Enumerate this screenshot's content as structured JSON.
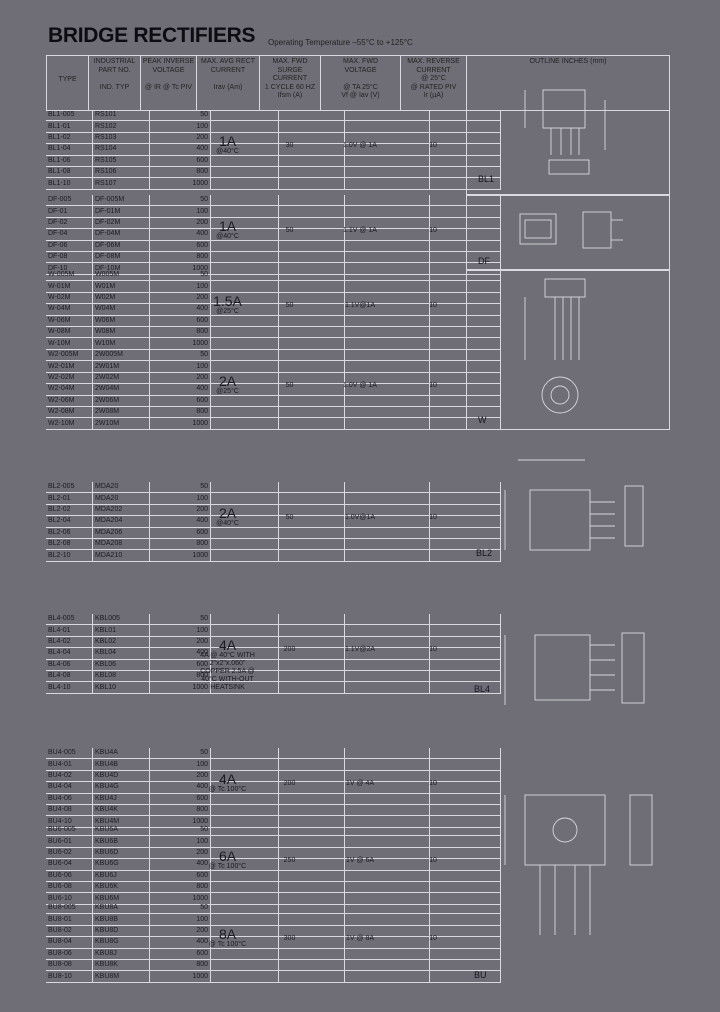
{
  "title": "BRIDGE RECTIFIERS",
  "operating_temp": "Operating Temperature   –55°C to +125°C",
  "headers": {
    "type": "TYPE",
    "industrial": [
      "INDUSTRIAL",
      "PART NO.",
      "",
      "IND. TYP"
    ],
    "piv": [
      "PEAK INVERSE",
      "VOLTAGE",
      "",
      "@ IR @ Tc PIV"
    ],
    "current": [
      "MAX. AVG RECT",
      "CURRENT",
      "",
      "Irav (Am)"
    ],
    "surge": [
      "MAX. FWD",
      "SURGE",
      "CURRENT",
      "1 CYCLE 60 HZ",
      "Ifsm (A)"
    ],
    "vf": [
      "MAX. FWD",
      "VOLTAGE",
      "",
      "@ TA 25°C",
      "Vf @ Iav (V)"
    ],
    "ir": [
      "MAX. REVERSE",
      "CURRENT",
      "",
      "@ 25°C",
      "@ RATED PIV",
      "Ir (µA)"
    ],
    "outline": "OUTLINE INCHES (mm)"
  },
  "groups": [
    {
      "rows": [
        [
          "BL1-005",
          "RS101",
          "50"
        ],
        [
          "BL1-01",
          "RS102",
          "100"
        ],
        [
          "BL1-02",
          "RS103",
          "200"
        ],
        [
          "BL1-04",
          "RS104",
          "400"
        ],
        [
          "BL1-06",
          "RS105",
          "600"
        ],
        [
          "BL1-08",
          "RS106",
          "800"
        ],
        [
          "BL1-10",
          "RS107",
          "1000"
        ]
      ],
      "current": "1A",
      "current_note": "@40°C",
      "surge": "30",
      "vf": "1.0V @ 1A",
      "ir": "10"
    },
    {
      "rows": [
        [
          "DF-005",
          "DF-005M",
          "50"
        ],
        [
          "DF-01",
          "DF-01M",
          "100"
        ],
        [
          "DF-02",
          "DF-02M",
          "200"
        ],
        [
          "DF-04",
          "DF-04M",
          "400"
        ],
        [
          "DF-06",
          "DF-06M",
          "600"
        ],
        [
          "DF-08",
          "DF-08M",
          "800"
        ],
        [
          "DF-10",
          "DF-10M",
          "1000"
        ]
      ],
      "current": "1A",
      "current_note": "@40°C",
      "surge": "50",
      "vf": "1.1V @ 1A",
      "ir": "10"
    },
    {
      "rows": [
        [
          "W-005M",
          "W005M",
          "50"
        ],
        [
          "W-01M",
          "W01M",
          "100"
        ],
        [
          "W-02M",
          "W02M",
          "200"
        ],
        [
          "W-04M",
          "W04M",
          "400"
        ],
        [
          "W-06M",
          "W06M",
          "600"
        ],
        [
          "W-08M",
          "W08M",
          "800"
        ],
        [
          "W-10M",
          "W10M",
          "1000"
        ]
      ],
      "current": "1.5A",
      "current_note": "@25°C",
      "surge": "50",
      "vf": "1.1V@1A",
      "ir": "10"
    },
    {
      "rows": [
        [
          "W2-005M",
          "2W005M",
          "50"
        ],
        [
          "W2-01M",
          "2W01M",
          "100"
        ],
        [
          "W2-02M",
          "2W02M",
          "200"
        ],
        [
          "W2-04M",
          "2W04M",
          "400"
        ],
        [
          "W2-06M",
          "2W06M",
          "600"
        ],
        [
          "W2-08M",
          "2W08M",
          "800"
        ],
        [
          "W2-10M",
          "2W10M",
          "1000"
        ]
      ],
      "current": "2A",
      "current_note": "@25°C",
      "surge": "50",
      "vf": "1.0V @ 1A",
      "ir": "10"
    },
    {
      "rows": [
        [
          "BL2-005",
          "MDA20",
          "50"
        ],
        [
          "BL2-01",
          "MDA20",
          "100"
        ],
        [
          "BL2-02",
          "MDA202",
          "200"
        ],
        [
          "BL2-04",
          "MDA204",
          "400"
        ],
        [
          "BL2-06",
          "MDA206",
          "600"
        ],
        [
          "BL2-08",
          "MDA208",
          "800"
        ],
        [
          "BL2-10",
          "MDA210",
          "1000"
        ]
      ],
      "current": "2A",
      "current_note": "@40°C",
      "surge": "50",
      "vf": "1.0V@1A",
      "ir": "10"
    },
    {
      "rows": [
        [
          "BL4-005",
          "KBL005",
          "50"
        ],
        [
          "BL4-01",
          "KBL01",
          "100"
        ],
        [
          "BL4-02",
          "KBL02",
          "200"
        ],
        [
          "BL4-04",
          "KBL04",
          "400"
        ],
        [
          "BL4-06",
          "KBL06",
          "600"
        ],
        [
          "BL4-08",
          "KBL08",
          "800"
        ],
        [
          "BL4-10",
          "KBL10",
          "1000"
        ]
      ],
      "current": "4A",
      "current_note": "4A @ 40°C WITH 2\"x2\"x.060\" COPPER 2.5A @ 40°C WITH-OUT HEATSINK",
      "surge": "200",
      "vf": "1.1V@2A",
      "ir": "10"
    },
    {
      "rows": [
        [
          "BU4-005",
          "KBU4A",
          "50"
        ],
        [
          "BU4-01",
          "KBU4B",
          "100"
        ],
        [
          "BU4-02",
          "KBU4D",
          "200"
        ],
        [
          "BU4-04",
          "KBU4G",
          "400"
        ],
        [
          "BU4-06",
          "KBU4J",
          "600"
        ],
        [
          "BU4-08",
          "KBU4K",
          "800"
        ],
        [
          "BU4-10",
          "KBU4M",
          "1000"
        ]
      ],
      "current": "4A",
      "current_note": "@ Tc 100°C",
      "surge": "200",
      "vf": "1V @ 4A",
      "ir": "10"
    },
    {
      "rows": [
        [
          "BU6-005",
          "KBU6A",
          "50"
        ],
        [
          "BU6-01",
          "KBU6B",
          "100"
        ],
        [
          "BU6-02",
          "KBU6D",
          "200"
        ],
        [
          "BU6-04",
          "KBU6G",
          "400"
        ],
        [
          "BU6-06",
          "KBU6J",
          "600"
        ],
        [
          "BU6-08",
          "KBU6K",
          "800"
        ],
        [
          "BU6-10",
          "KBU6M",
          "1000"
        ]
      ],
      "current": "6A",
      "current_note": "@ Tc 100°C",
      "surge": "250",
      "vf": "1V @ 6A",
      "ir": "10"
    },
    {
      "rows": [
        [
          "BU8-005",
          "KBU8A",
          "50"
        ],
        [
          "BU8-01",
          "KBU8B",
          "100"
        ],
        [
          "BU8-02",
          "KBU8D",
          "200"
        ],
        [
          "BU8-04",
          "KBU8G",
          "400"
        ],
        [
          "BU8-06",
          "KBU8J",
          "600"
        ],
        [
          "BU8-08",
          "KBU8K",
          "800"
        ],
        [
          "BU8-10",
          "KBU8M",
          "1000"
        ]
      ],
      "current": "8A",
      "current_note": "@ Tc 100°C",
      "surge": "300",
      "vf": "1V @ 8A",
      "ir": "10"
    }
  ],
  "packages": [
    "BL1",
    "DF",
    "W",
    "BL2",
    "BL4",
    "BU"
  ]
}
